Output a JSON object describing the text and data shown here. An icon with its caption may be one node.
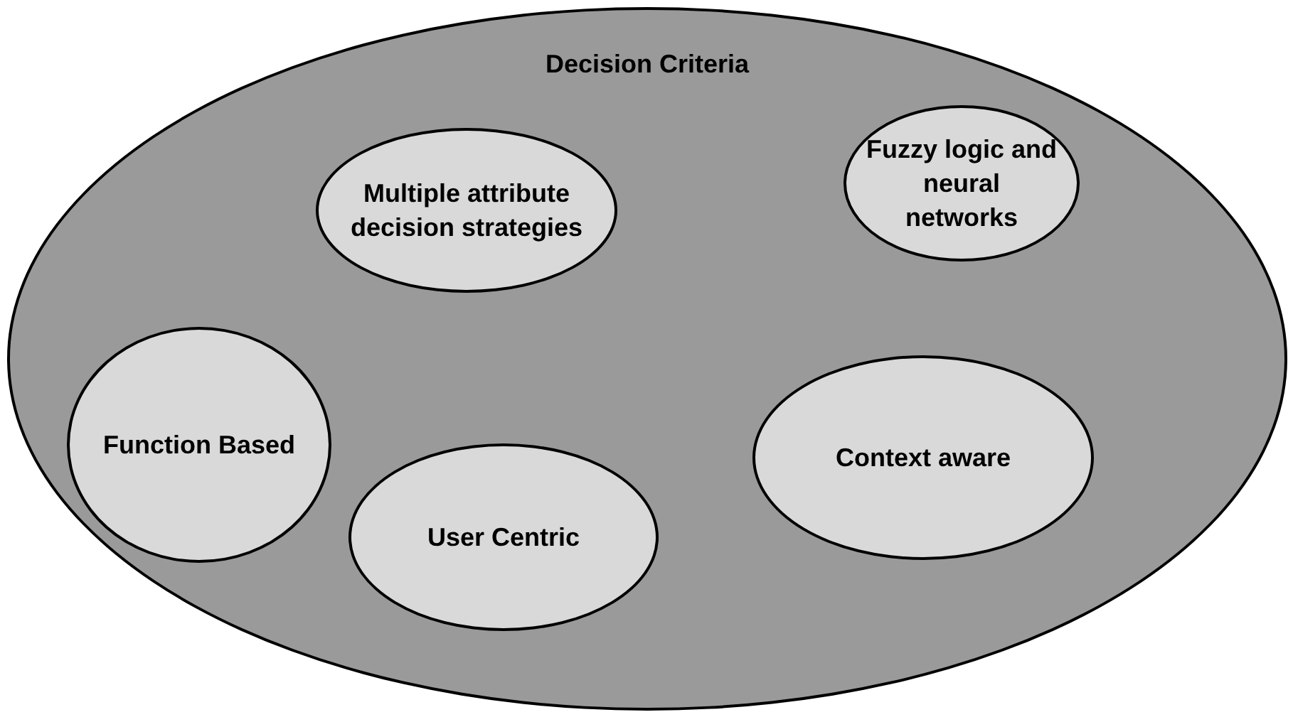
{
  "diagram": {
    "nodes": [
      {
        "text": [
          "Decision Criteria"
        ]
      },
      {
        "text": [
          "Fuzzy logic and neural networks"
        ],
        "in": 0
      },
      {
        "text": [
          "Multiple attribute decision strategies"
        ],
        "in": 0
      },
      {
        "text": [
          "Function Based"
        ],
        "in": 0
      },
      {
        "text": [
          "Context aware"
        ],
        "in": 0
      },
      {
        "text": [
          "User Centric"
        ],
        "in": 0
      }
    ]
  }
}
